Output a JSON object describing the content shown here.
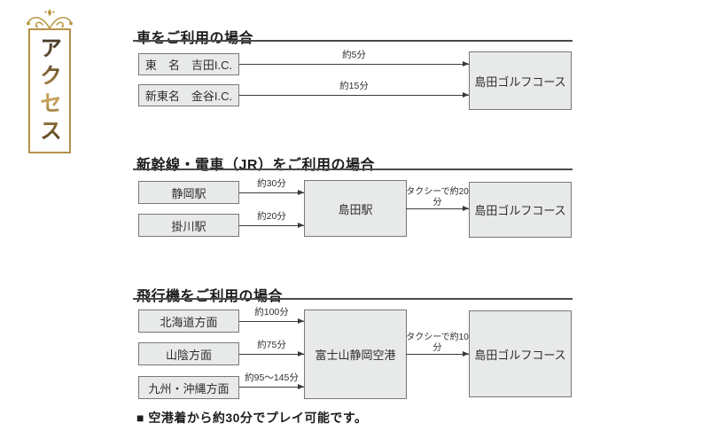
{
  "access_label": {
    "text": "アクセス"
  },
  "colors": {
    "gold_frame": "#b5914a",
    "gold_text": "#b08b45",
    "box_fill": "#e8e9e9",
    "box_border": "#777777",
    "line": "#3a3a3a",
    "heading": "#1c1c1c",
    "rule": "#4a4a4a"
  },
  "sections": [
    {
      "heading": "車をご利用の場合",
      "origins": [
        {
          "label": "東　名　吉田I.C.",
          "duration": "約5分"
        },
        {
          "label": "新東名　金谷I.C.",
          "duration": "約15分"
        }
      ],
      "destination": "島田ゴルフコース"
    },
    {
      "heading": "新幹線・電車（JR）をご利用の場合",
      "origins": [
        {
          "label": "静岡駅",
          "duration": "約30分"
        },
        {
          "label": "掛川駅",
          "duration": "約20分"
        }
      ],
      "hub": {
        "label": "島田駅",
        "taxi_lines": [
          "タクシーで約20",
          "分"
        ]
      },
      "destination": "島田ゴルフコース"
    },
    {
      "heading": "飛行機をご利用の場合",
      "origins": [
        {
          "label": "北海道方面",
          "duration": "約100分"
        },
        {
          "label": "山陰方面",
          "duration": "約75分"
        },
        {
          "label": "九州・沖縄方面",
          "duration": "約95〜145分"
        }
      ],
      "hub": {
        "label": "富士山静岡空港",
        "taxi_lines": [
          "タクシーで約10",
          "分"
        ]
      },
      "destination": "島田ゴルフコース"
    }
  ],
  "footnote": "■ 空港着から約30分でプレイ可能です。"
}
